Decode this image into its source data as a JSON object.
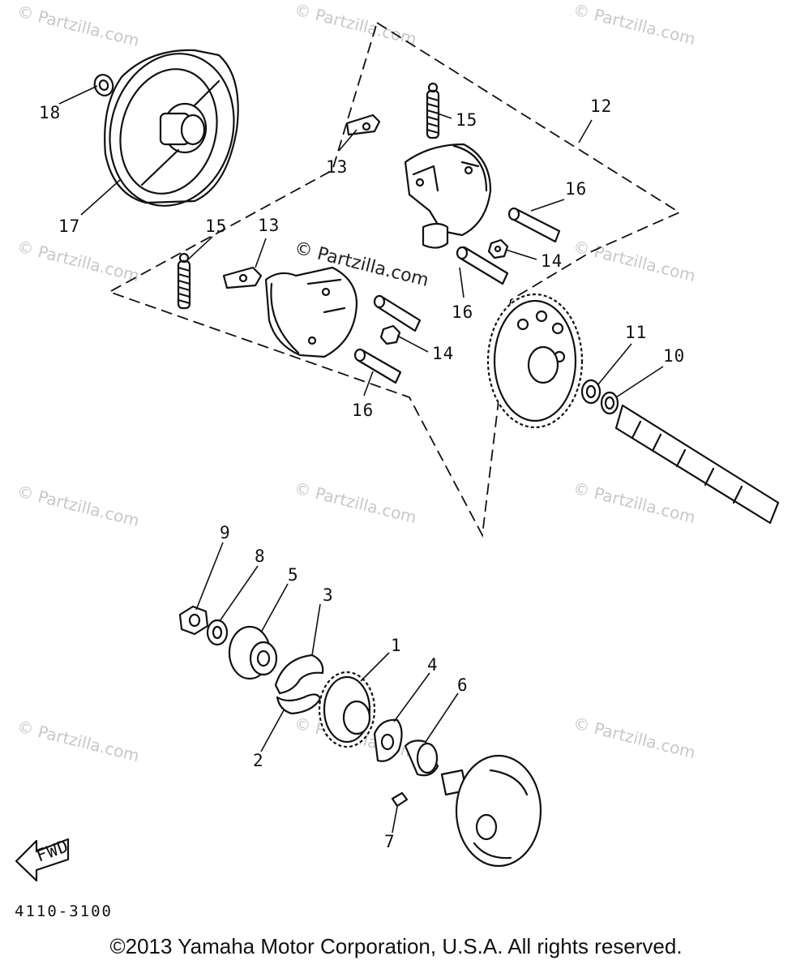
{
  "watermark": {
    "text": "© Partzilla.com",
    "center_text": "© Partzilla.com"
  },
  "callouts": [
    "18",
    "17",
    "15",
    "13",
    "12",
    "16",
    "14",
    "15",
    "13",
    "14",
    "16",
    "11",
    "10",
    "16",
    "9",
    "8",
    "5",
    "3",
    "1",
    "4",
    "6",
    "2",
    "7"
  ],
  "fwd_label": "FWD",
  "ref_code": "4110-3100",
  "copyright": "©2013 Yamaha Motor Corporation, U.S.A. All rights reserved."
}
